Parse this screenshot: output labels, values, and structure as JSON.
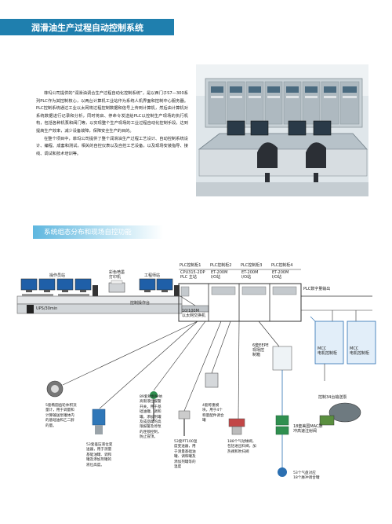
{
  "header": {
    "title": "润滑油生产过程自动控制系统"
  },
  "intro": {
    "paragraphs": [
      "菲玛公司提供的“润滑油调合生产过程自动化控制系统”，是以西门子S7—300系列PLC作为其控制核心，以两台计算机工业站作为系统人机界面和控制中心服务器。PLC控制系统通过工业以太网将过程控制数据和信号上传到计算机，然后由计算机对系统数据进行记录和分析，同时将启、停命令发送给PLC以控制生产现场的执行机构，包括各种机泵和阀门等，以实现整个生产现场的工业过程自动化控制手段，达到提高生产效率，减少设备故障，保障安全生产的目的。",
      "在整个项目中，菲玛公司提供了整个润滑油生产过程工艺设计、自动控制系统设计、编程、成套和测试，相关的自控仪表以及自控工艺设备，以及现场安装指导、接线、调试和技术培训等。"
    ]
  },
  "section": {
    "title": "系统组态分布和现场自控功能"
  },
  "diagram": {
    "operator_station": "操作员站",
    "color_printer": "彩色喷墨\n打印机",
    "engineer_station": "工程师站",
    "control_console": "控制操作台",
    "ups": "UPS/30min",
    "ethernet": "10/100M\n以太网交换机",
    "plc_cabinets": [
      {
        "head": "PLC控制柜1",
        "line1": "CPU315-2DP",
        "line2": "PLC 主站"
      },
      {
        "head": "PLC控制柜2",
        "line1": "ET-200M",
        "line2": "I/O站"
      },
      {
        "head": "PLC控制柜3",
        "line1": "ET-200M",
        "line2": "I/O站"
      },
      {
        "head": "PLC控制柜4",
        "line1": "ET-200M",
        "line2": "I/O站"
      }
    ],
    "plc_output": "PLC数字量输出",
    "mcc": [
      {
        "name": "MCC\n电机控制柜"
      },
      {
        "name": "MCC\n电机控制柜"
      }
    ],
    "pump_station": "控制34台输送泵",
    "field_cabinet": "6套EEPE\n现场控\n制箱",
    "pump": "18套美国MAC脉\n冲高速注射阀",
    "items": [
      {
        "text": "5套椭圆齿轮体积流量计，用于调量和计算输送泵罐体内的基础油和乙二醇的量。"
      },
      {
        "text": "53套差压液位变送器，用于测量基础油罐、调和罐及添加剂罐的液位高度。"
      },
      {
        "text": "89套射频导纳高限液位报警开关，用于基础油罐、调和罐，添加剂罐及成品罐的高限报警及停泵的连锁控制，防止冒顶。"
      },
      {
        "text": "53套PT100温度变送器，用于测量基础油罐、调和罐及添加剂罐等的温度"
      },
      {
        "text": "4套称重模块，用于4个称量配件调合罐"
      },
      {
        "text": "188个气动球阀，包括进出料阀，加热阀和吹扫阀"
      },
      {
        "text": "53个气盘对应\n18个脉冲调合罐"
      }
    ]
  }
}
